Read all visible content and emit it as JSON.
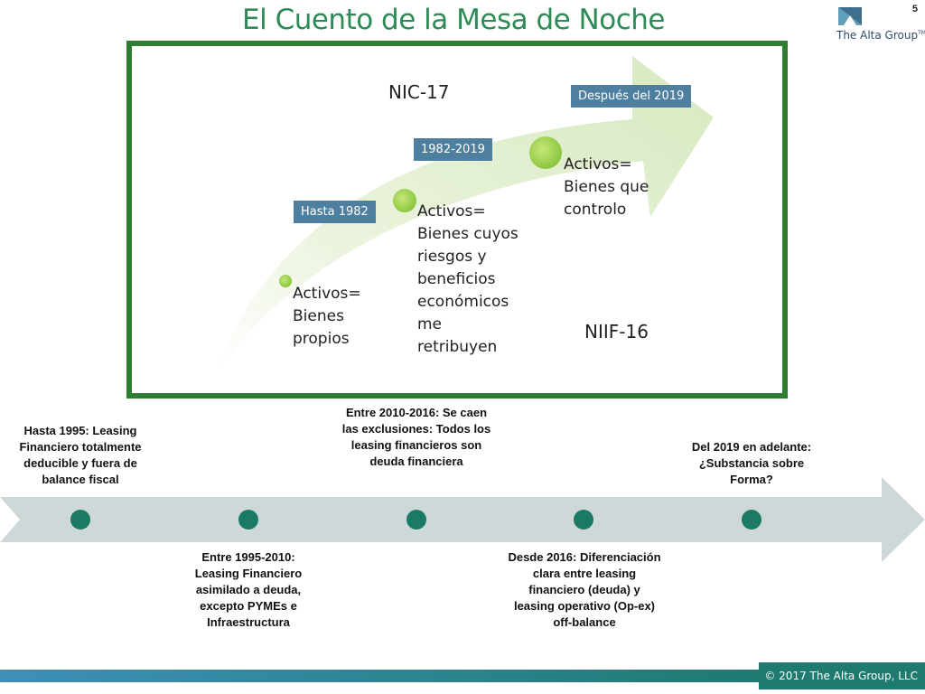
{
  "slide": {
    "title": "El Cuento de la Mesa de Noche",
    "page_number": "5",
    "logo_text": "The Alta Group",
    "logo_tm": "TM",
    "footer": "© 2017 The Alta Group, LLC"
  },
  "diagram": {
    "nic_label": "NIC-17",
    "niif_label": "NIIF-16",
    "periods": [
      {
        "tag": "Hasta 1982",
        "text": "Activos=\nBienes\npropios"
      },
      {
        "tag": "1982-2019",
        "text": "Activos=\nBienes cuyos\nriesgos y\nbeneficios\neconómicos\nme\nretribuyen"
      },
      {
        "tag": "Después del 2019",
        "text": "Activos=\nBienes que\ncontrolo"
      }
    ]
  },
  "timeline": {
    "milestones": [
      "Hasta 1995: Leasing Financiero totalmente deducible y fuera de balance fiscal",
      "Entre 1995-2010: Leasing Financiero asimilado a deuda, excepto PYMEs e Infraestructura",
      "Entre 2010-2016: Se caen las exclusiones: Todos los leasing financieros son deuda financiera",
      "Desde 2016: Diferenciación clara entre leasing financiero (deuda) y leasing operativo (Op-ex) off-balance",
      "Del 2019 en adelante: ¿Substancia sobre Forma?"
    ]
  },
  "colors": {
    "title": "#2e8b57",
    "frame": "#2e7d32",
    "tag": "#4f7f9e",
    "timeline_arrow": "#cfd8d8",
    "timeline_dot": "#1b7a63",
    "footer_bar": "#1f7a70"
  }
}
